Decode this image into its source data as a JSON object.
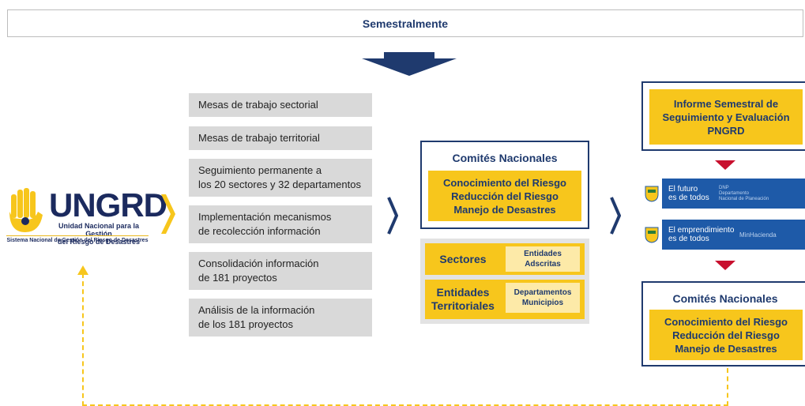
{
  "header": {
    "frequency": "Semestralmente"
  },
  "logo": {
    "acronym": "UNGRD",
    "name_line1": "Unidad Nacional para la Gestión",
    "name_line2": "del Riesgo de Desastres",
    "system": "Sistema Nacional de Gestión del Riesgo de Desastres"
  },
  "steps": [
    {
      "line1": "Mesas de trabajo sectorial",
      "line2": ""
    },
    {
      "line1": "Mesas de trabajo territorial",
      "line2": ""
    },
    {
      "line1": "Seguimiento permanente a",
      "line2": "los 20 sectores y 32 departamentos"
    },
    {
      "line1": "Implementación mecanismos",
      "line2": "de recolección información"
    },
    {
      "line1": "Consolidación información",
      "line2": "de 181 proyectos"
    },
    {
      "line1": "Análisis de la información",
      "line2": "de los 181 proyectos"
    }
  ],
  "committees_center": {
    "title": "Comités  Nacionales",
    "items": [
      "Conocimiento del Riesgo",
      "Reducción del Riesgo",
      "Manejo de Desastres"
    ]
  },
  "entities": {
    "sectores": {
      "label": "Sectores",
      "value_line1": "Entidades",
      "value_line2": "Adscritas"
    },
    "territoriales": {
      "label_line1": "Entidades",
      "label_line2": "Territoriales",
      "value_line1": "Departamentos",
      "value_line2": "Municipios"
    }
  },
  "report": {
    "line1": "Informe Semestral de",
    "line2": "Seguimiento y Evaluación",
    "line3": "PNGRD"
  },
  "gov_banners": [
    {
      "slogan_line1": "El futuro",
      "slogan_line2": "es de todos",
      "entity_line1": "DNP",
      "entity_line2": "Departamento",
      "entity_line3": "Nacional de Planeación"
    },
    {
      "slogan_line1": "El emprendimiento",
      "slogan_line2": "es de todos",
      "entity_line1": "MinHacienda",
      "entity_line2": "",
      "entity_line3": ""
    }
  ],
  "committees_right": {
    "title": "Comités  Nacionales",
    "items": [
      "Conocimiento del Riesgo",
      "Reducción del Riesgo",
      "Manejo de Desastres"
    ]
  },
  "colors": {
    "navy": "#1f3a6e",
    "yellow": "#f7c61c",
    "gray": "#d9d9d9",
    "red": "#c8102e"
  }
}
